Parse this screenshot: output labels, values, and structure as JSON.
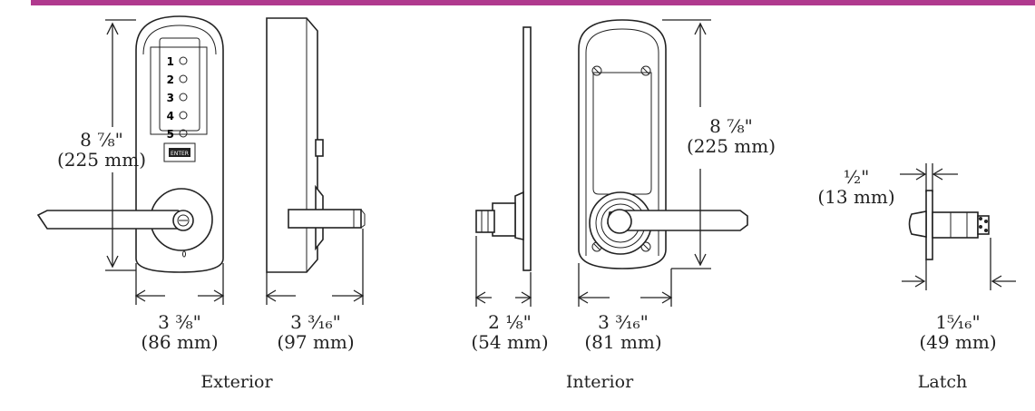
{
  "colors": {
    "accent_bar": "#b0398e",
    "line": "#222222"
  },
  "keypad": {
    "keys": [
      "1",
      "2",
      "3",
      "4",
      "5"
    ],
    "badge": "ENTER"
  },
  "dimensions": {
    "ext_height": {
      "frac": "8 ⅞\"",
      "mm": "(225 mm)"
    },
    "ext_width": {
      "frac": "3 ⅜\"",
      "mm": "(86 mm)"
    },
    "ext_depth": {
      "frac": "3 ³⁄₁₆\"",
      "mm": "(97 mm)"
    },
    "int_depth": {
      "frac": "2 ⅛\"",
      "mm": "(54 mm)"
    },
    "int_width": {
      "frac": "3 ³⁄₁₆\"",
      "mm": "(81 mm)"
    },
    "int_height": {
      "frac": "8 ⅞\"",
      "mm": "(225 mm)"
    },
    "latch_face": {
      "frac": "½\"",
      "mm": "(13 mm)"
    },
    "latch_length": {
      "frac": "1⁵⁄₁₆\"",
      "mm": "(49 mm)"
    }
  },
  "captions": {
    "exterior": "Exterior",
    "interior": "Interior",
    "latch": "Latch"
  }
}
